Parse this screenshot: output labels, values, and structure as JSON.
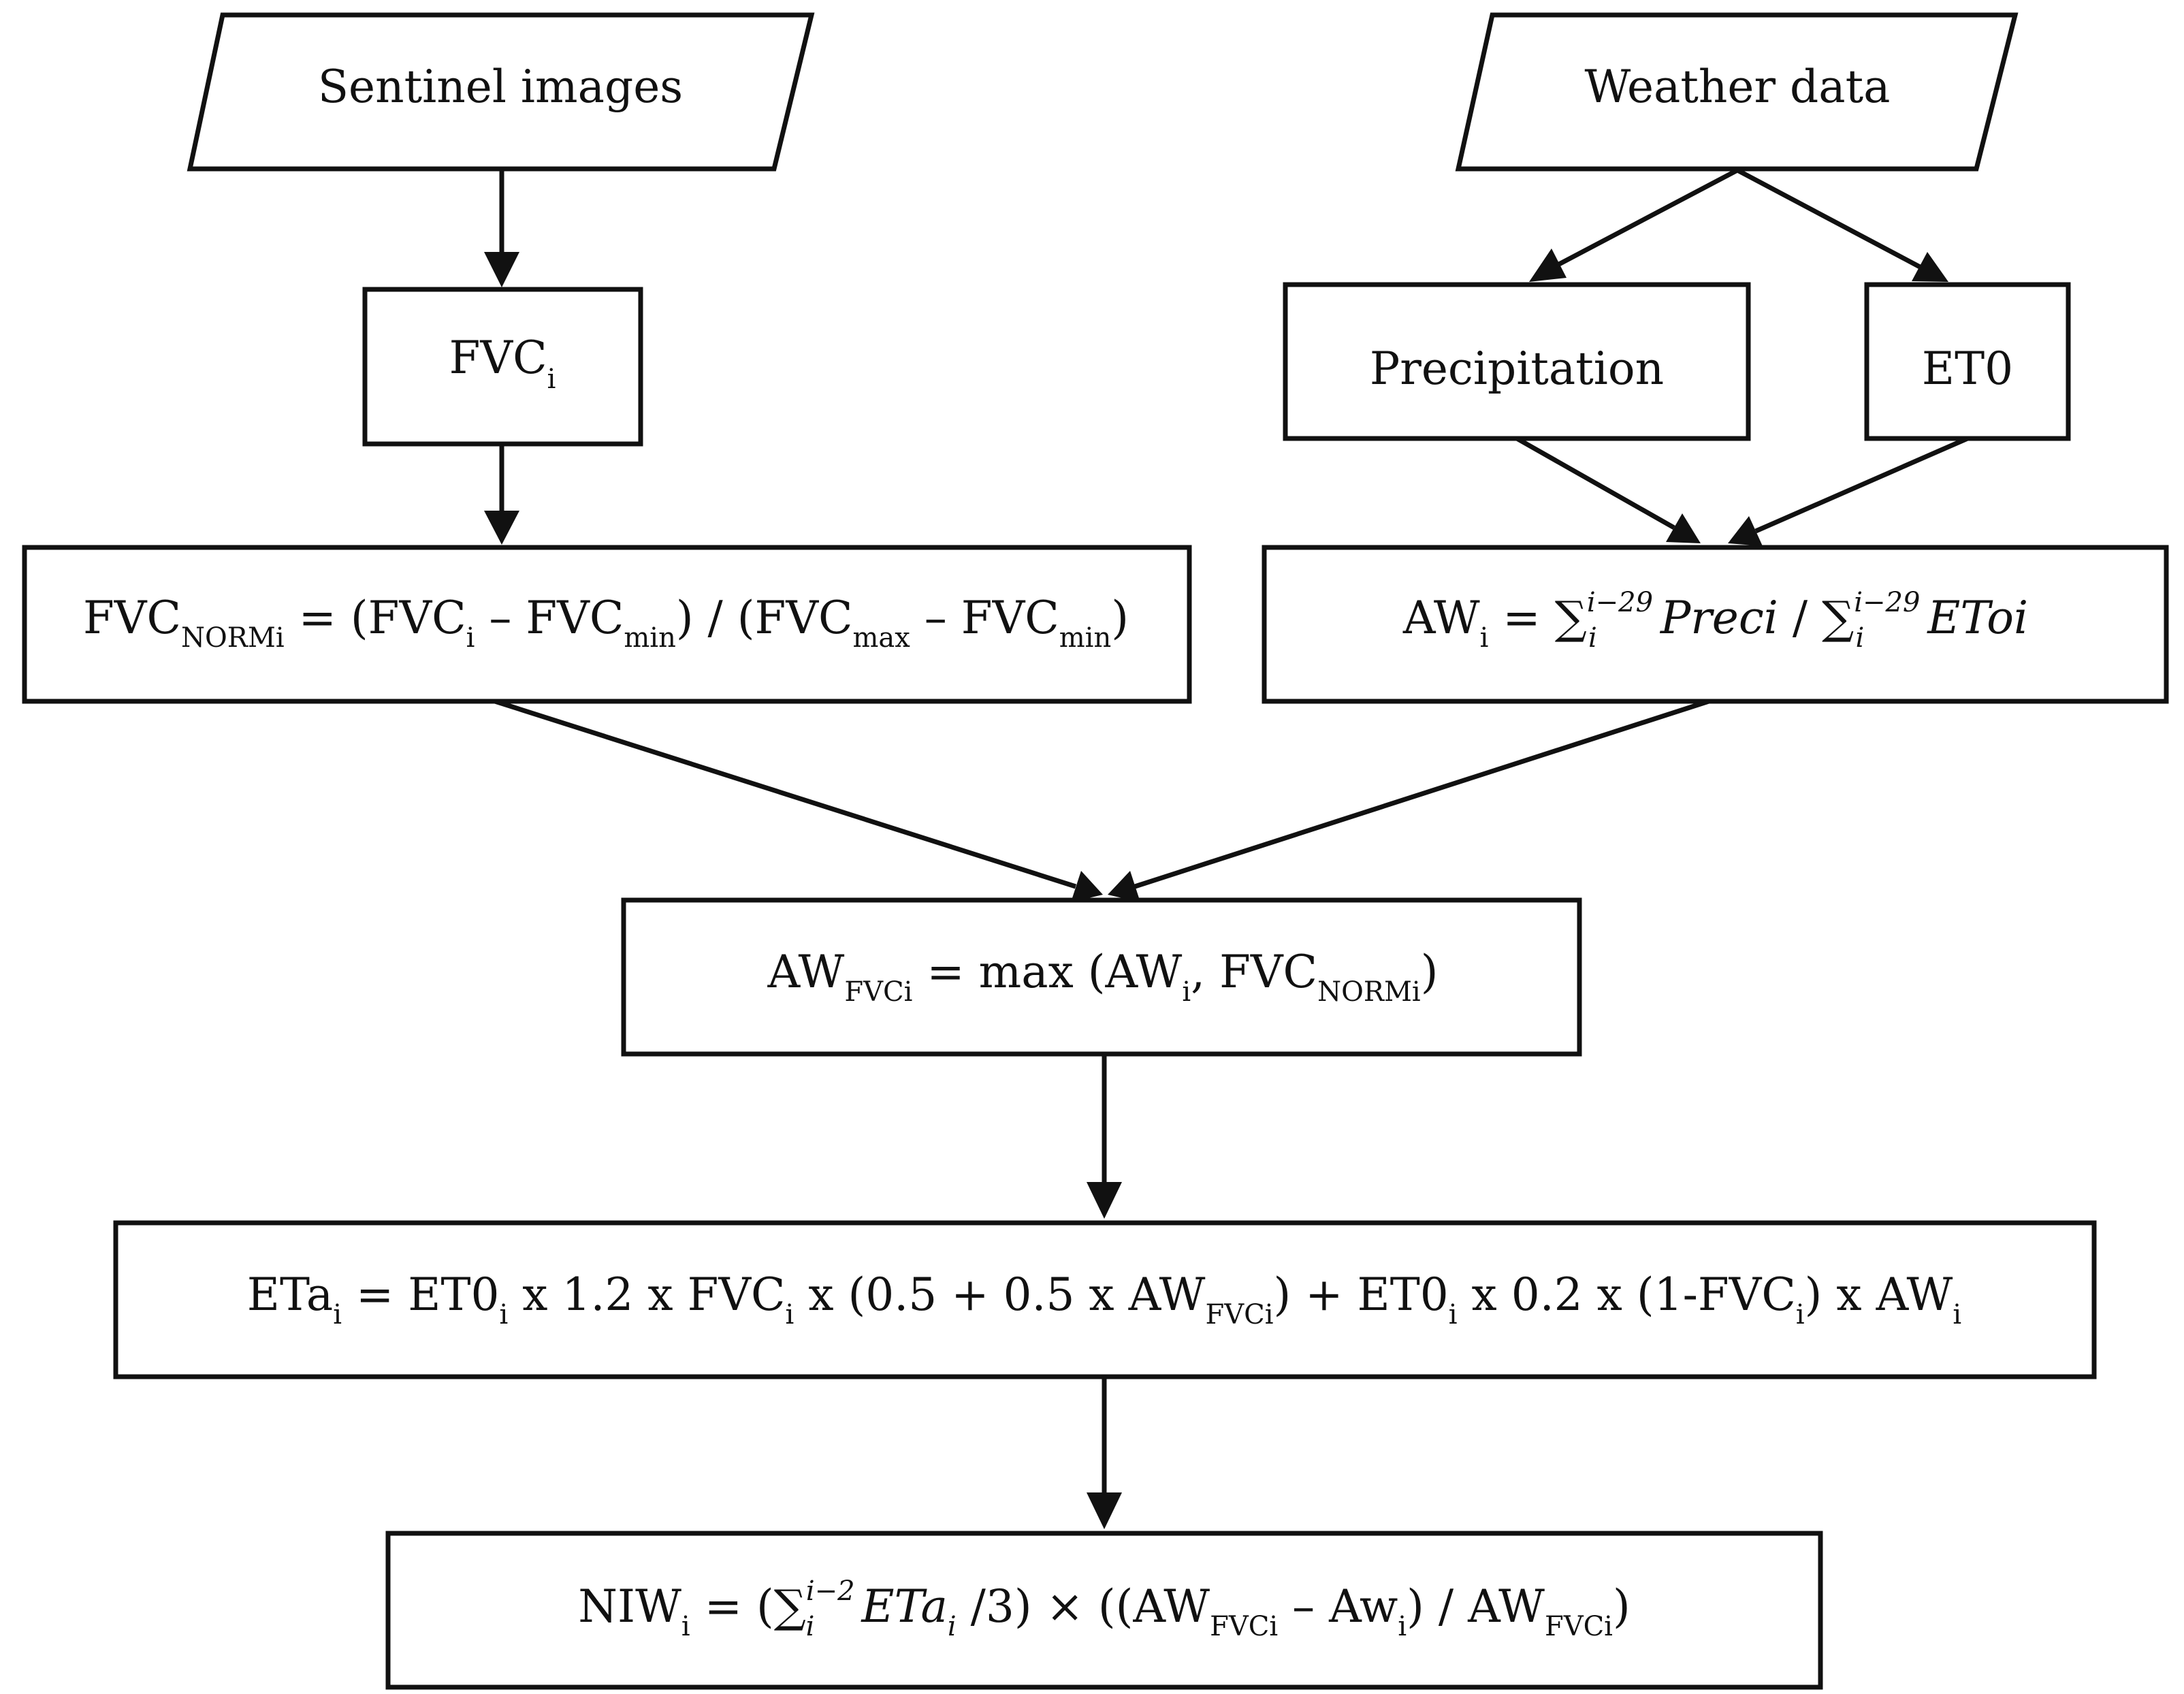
{
  "diagram": {
    "nodes": {
      "sentinel": {
        "label": "Sentinel images"
      },
      "weather": {
        "label": "Weather data"
      },
      "fvc": {
        "base": "FVC",
        "sub": "i"
      },
      "precip": {
        "label": "Precipitation"
      },
      "et0": {
        "label": "ET0"
      },
      "fvcnorm": {
        "t1": "FVC",
        "s1": "NORMi",
        "t2": " = (FVC",
        "s2": "i",
        "t3": " – FVC",
        "s3": "min",
        "t4": ") / (FVC",
        "s4": "max",
        "t5": " – FVC",
        "s5": "min",
        "t6": ")"
      },
      "aw": {
        "t1": "AW",
        "s1": "i",
        "t2": " = ∑",
        "p1": "i−29",
        "q1": "i",
        "i1": " Preci",
        "t3": " / ∑",
        "p2": "i−29",
        "q2": "i",
        "i2": " EToi"
      },
      "awfvc": {
        "t1": "AW",
        "s1": "FVCi",
        "t2": " = max (AW",
        "s2": "i",
        "t3": ", FVC",
        "s3": "NORMi",
        "t4": ")"
      },
      "eta": {
        "t1": "ETa",
        "s1": "i",
        "t2": " = ET0",
        "s2": "i",
        "t3": " x 1.2 x FVC",
        "s3": "i",
        "t4": " x (0.5 + 0.5 x AW",
        "s4": "FVCi",
        "t5": ") + ET0",
        "s5": "i",
        "t6": " x 0.2 x (1-FVC",
        "s6": "i",
        "t7": ") x AW",
        "s7": "i"
      },
      "niw": {
        "t1": "NIW",
        "s1": "i",
        "t2": " = (∑",
        "p1": "i−2",
        "q1": "i",
        "i1": " ETa",
        "s2": "i",
        "t3": " /3) × ((AW",
        "s3": "FVCi",
        "t4": " – Aw",
        "s4": "i",
        "t5": ") / AW",
        "s5": "FVCi",
        "t6": ")"
      }
    },
    "edges": [
      [
        "sentinel",
        "fvc"
      ],
      [
        "fvc",
        "fvcnorm"
      ],
      [
        "weather",
        "precip"
      ],
      [
        "weather",
        "et0"
      ],
      [
        "precip",
        "aw"
      ],
      [
        "et0",
        "aw"
      ],
      [
        "fvcnorm",
        "awfvc"
      ],
      [
        "aw",
        "awfvc"
      ],
      [
        "awfvc",
        "eta"
      ],
      [
        "eta",
        "niw"
      ]
    ]
  }
}
